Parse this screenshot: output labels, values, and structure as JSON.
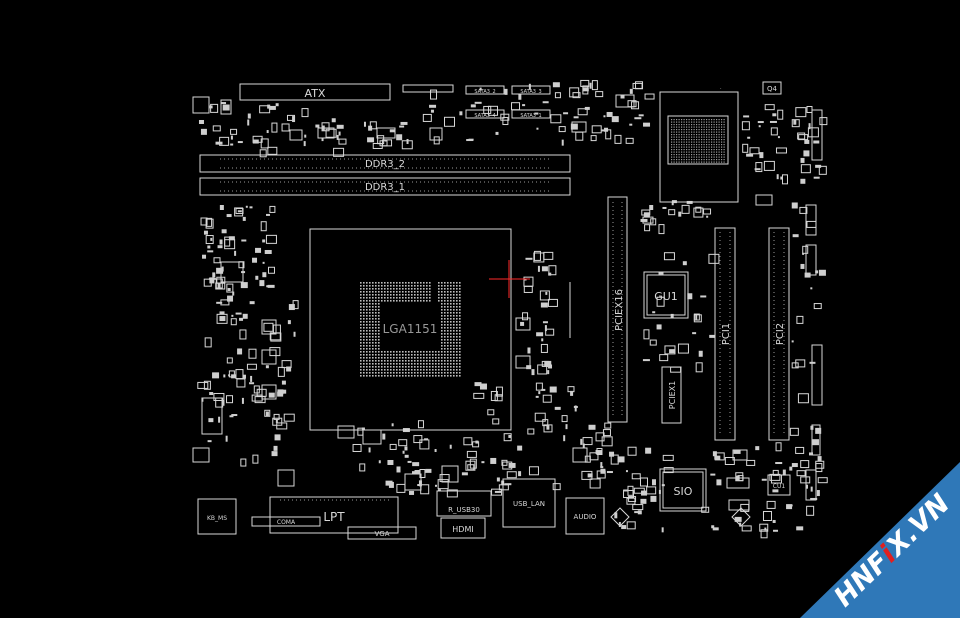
{
  "board": {
    "labels": {
      "atx": "ATX",
      "ddr3_2": "DDR3_2",
      "ddr3_1": "DDR3_1",
      "cpu": "LGA1151",
      "pciex16": "PCIEX16",
      "gu1": "GU1",
      "pci1": "PCI1",
      "pci2": "PCI2",
      "pciex1": "PCIEX1",
      "sio": "SIO",
      "lpt": "LPT",
      "coma": "COMA",
      "vga": "VGA",
      "hdmi": "HDMI",
      "kb_ms": "KB_MS",
      "r_usb30": "R_USB30",
      "usb_lan": "USB_LAN",
      "audio": "AUDIO",
      "q4": "Q4",
      "cu1": "CU1",
      "sata2": "SATA3_2",
      "sata3": "SATA3_3",
      "sata4": "SATA3_4",
      "sata1": "SATA3_1"
    },
    "colors": {
      "background": "#000000",
      "trace": "#d8d8d8",
      "marker": "#ff2a2a"
    }
  },
  "watermark": {
    "text_left": "HNF",
    "text_accent": "i",
    "text_right": "X.VN",
    "band_color": "#2f78b8",
    "accent_color": "#e02020"
  }
}
